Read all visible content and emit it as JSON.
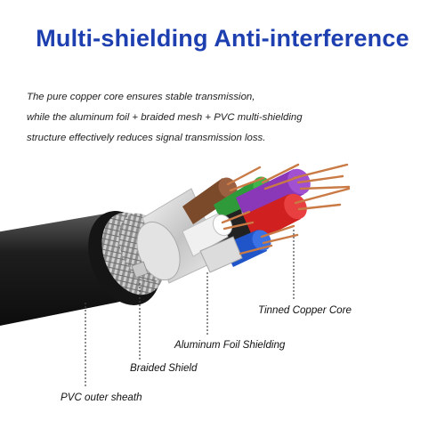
{
  "heading": "Multi-shielding Anti-interference",
  "description": [
    "The pure copper core ensures stable transmission,",
    "while the aluminum foil + braided mesh + PVC multi-shielding",
    "structure effectively reduces signal transmission loss."
  ],
  "labels": {
    "copper_core": "Tinned Copper Core",
    "foil_shielding": "Aluminum Foil Shielding",
    "braided_shield": "Braided Shield",
    "pvc_sheath": "PVC outer sheath"
  },
  "colors": {
    "heading": "#1d3fb0",
    "sheath": "#1c1c1c",
    "braid": "#a9a9a9",
    "foil": "#d9d9d9",
    "copper": "#d98e5c",
    "wire_white": "#f0f0f0",
    "wire_red": "#d0201f",
    "wire_blue": "#1f55c9",
    "wire_green": "#2f9a3a",
    "wire_purple": "#8a38b8",
    "wire_brown": "#7a4a2a",
    "wire_black": "#222222"
  }
}
